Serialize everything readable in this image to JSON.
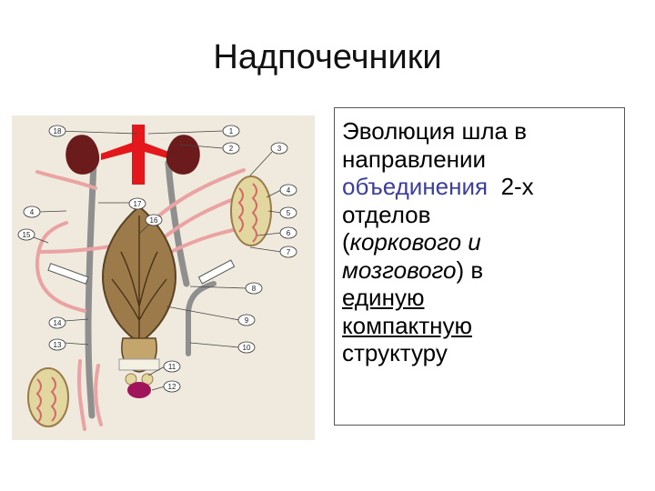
{
  "title": "Надпочечники",
  "callout": {
    "w1": "Эволюция шла в",
    "w2": "направлении",
    "w3": "объединения",
    "w4": "2-х",
    "w5": "отделов",
    "w6": "(",
    "w7": "коркового и",
    "w8": "мозгового",
    "w9": ") в",
    "w10": "единую",
    "w11": "компактную",
    "w12": "структуру"
  },
  "figure": {
    "labels": [
      "1",
      "2",
      "3",
      "4",
      "5",
      "6",
      "7",
      "8",
      "9",
      "10",
      "11",
      "12",
      "13",
      "14",
      "15",
      "16",
      "17",
      "18"
    ]
  },
  "colors": {
    "background": "#ffffff",
    "figure_bg": "#efeadd",
    "highlight_text": "#3d3d9e",
    "artery_red": "#e3171c",
    "kidney": "#6b1b1b",
    "duct_gray": "#8f8f8f",
    "tubule_pink": "#eaa2a2",
    "bladder_brown": "#9c7a4a",
    "gland_magenta": "#a0145a"
  }
}
